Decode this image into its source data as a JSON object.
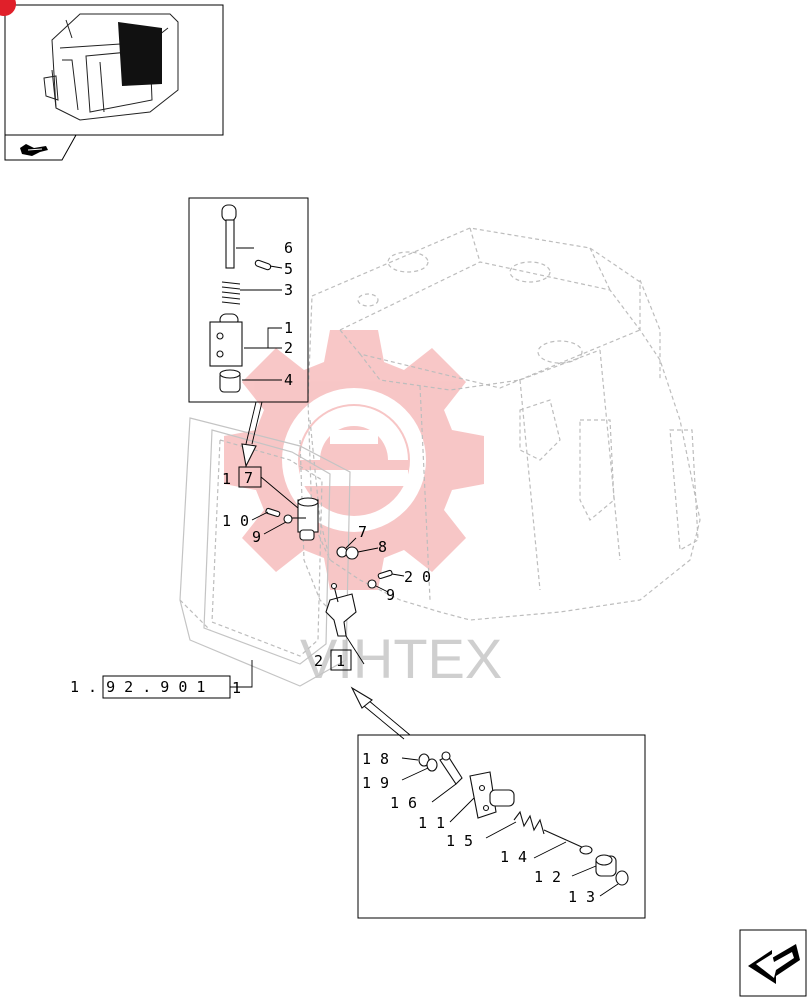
{
  "corner_badge_color": "#e0202a",
  "watermark_text": "VIHTEX",
  "watermark_color": "#e85050",
  "nav_icons": {
    "thumbnail_nav": "hand-pointer-icon",
    "next_page": "next-page-arrow-icon"
  },
  "reference_box": "1 . 9 2 . 9   0 1",
  "callouts": {
    "c1": "1",
    "c2": "2",
    "c3": "3",
    "c4": "4",
    "c5": "5",
    "c6": "6",
    "c7": "7",
    "c8": "8",
    "c9a": "9",
    "c9b": "9",
    "c10": "1 0",
    "c11": "1 1",
    "c12": "1 2",
    "c13": "1 3",
    "c14": "1 4",
    "c15": "1 5",
    "c16": "1 6",
    "c17_prefix": "1",
    "c17_boxed": "7",
    "c18": "1 8",
    "c19": "1 9",
    "c20": "2 0",
    "c21_prefix": "2",
    "c21_boxed": "1",
    "c1_ref": "1"
  }
}
